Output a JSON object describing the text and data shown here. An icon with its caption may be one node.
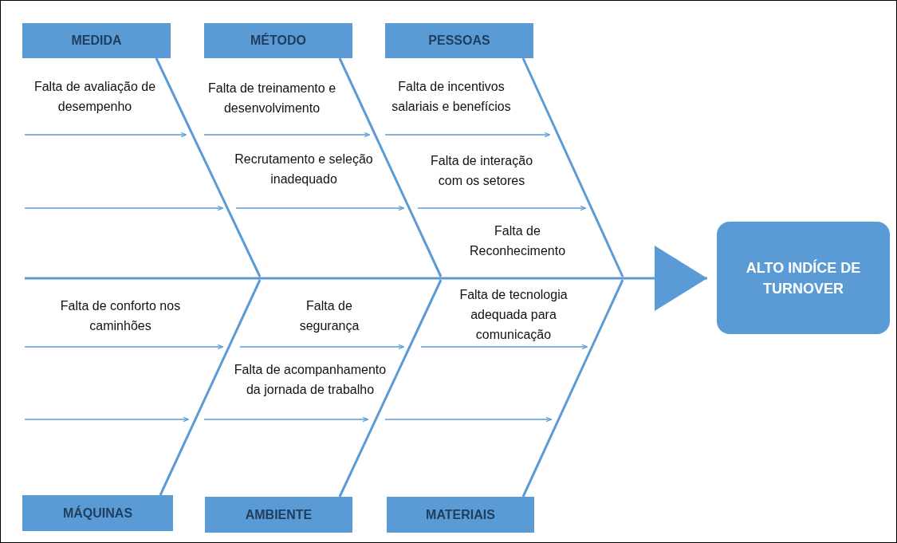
{
  "diagram": {
    "nodes": [
      {
        "text": [
          "MEDIDA"
        ]
      },
      {
        "text": [
          "MÉTODO"
        ]
      },
      {
        "text": [
          "PESSOAS"
        ]
      },
      {
        "text": [
          "MÁQUINAS"
        ]
      },
      {
        "text": [
          "AMBIENTE"
        ]
      },
      {
        "text": [
          "MATERIAIS"
        ]
      },
      {
        "text": [
          "ALTO INDÍCE DE TURNOVER"
        ]
      }
    ],
    "edges": [
      {
        "from": 0,
        "to": null,
        "arrow": "none"
      },
      {
        "from": 1,
        "to": null,
        "arrow": "none"
      },
      {
        "from": 2,
        "to": null,
        "arrow": "none"
      },
      {
        "from": 3,
        "to": null,
        "arrow": "none"
      },
      {
        "from": 4,
        "to": null,
        "arrow": "none"
      },
      {
        "from": 5,
        "to": null,
        "arrow": "none"
      },
      {
        "from": null,
        "to": 6,
        "arrow": "to"
      }
    ],
    "labels": [
      "Falta de avaliação de desempenho",
      "Falta de treinamento e desenvolvimento",
      "Falta de incentivos salariais e benefícios",
      "Recrutamento e seleção inadequado",
      "Falta de interação com os setores",
      "Falta de Reconhecimento",
      "Falta de conforto nos caminhões",
      "Falta de segurança",
      "Falta de tecnologia adequada para comunicação",
      "Falta de acompanhamento da jornada de trabalho"
    ]
  }
}
